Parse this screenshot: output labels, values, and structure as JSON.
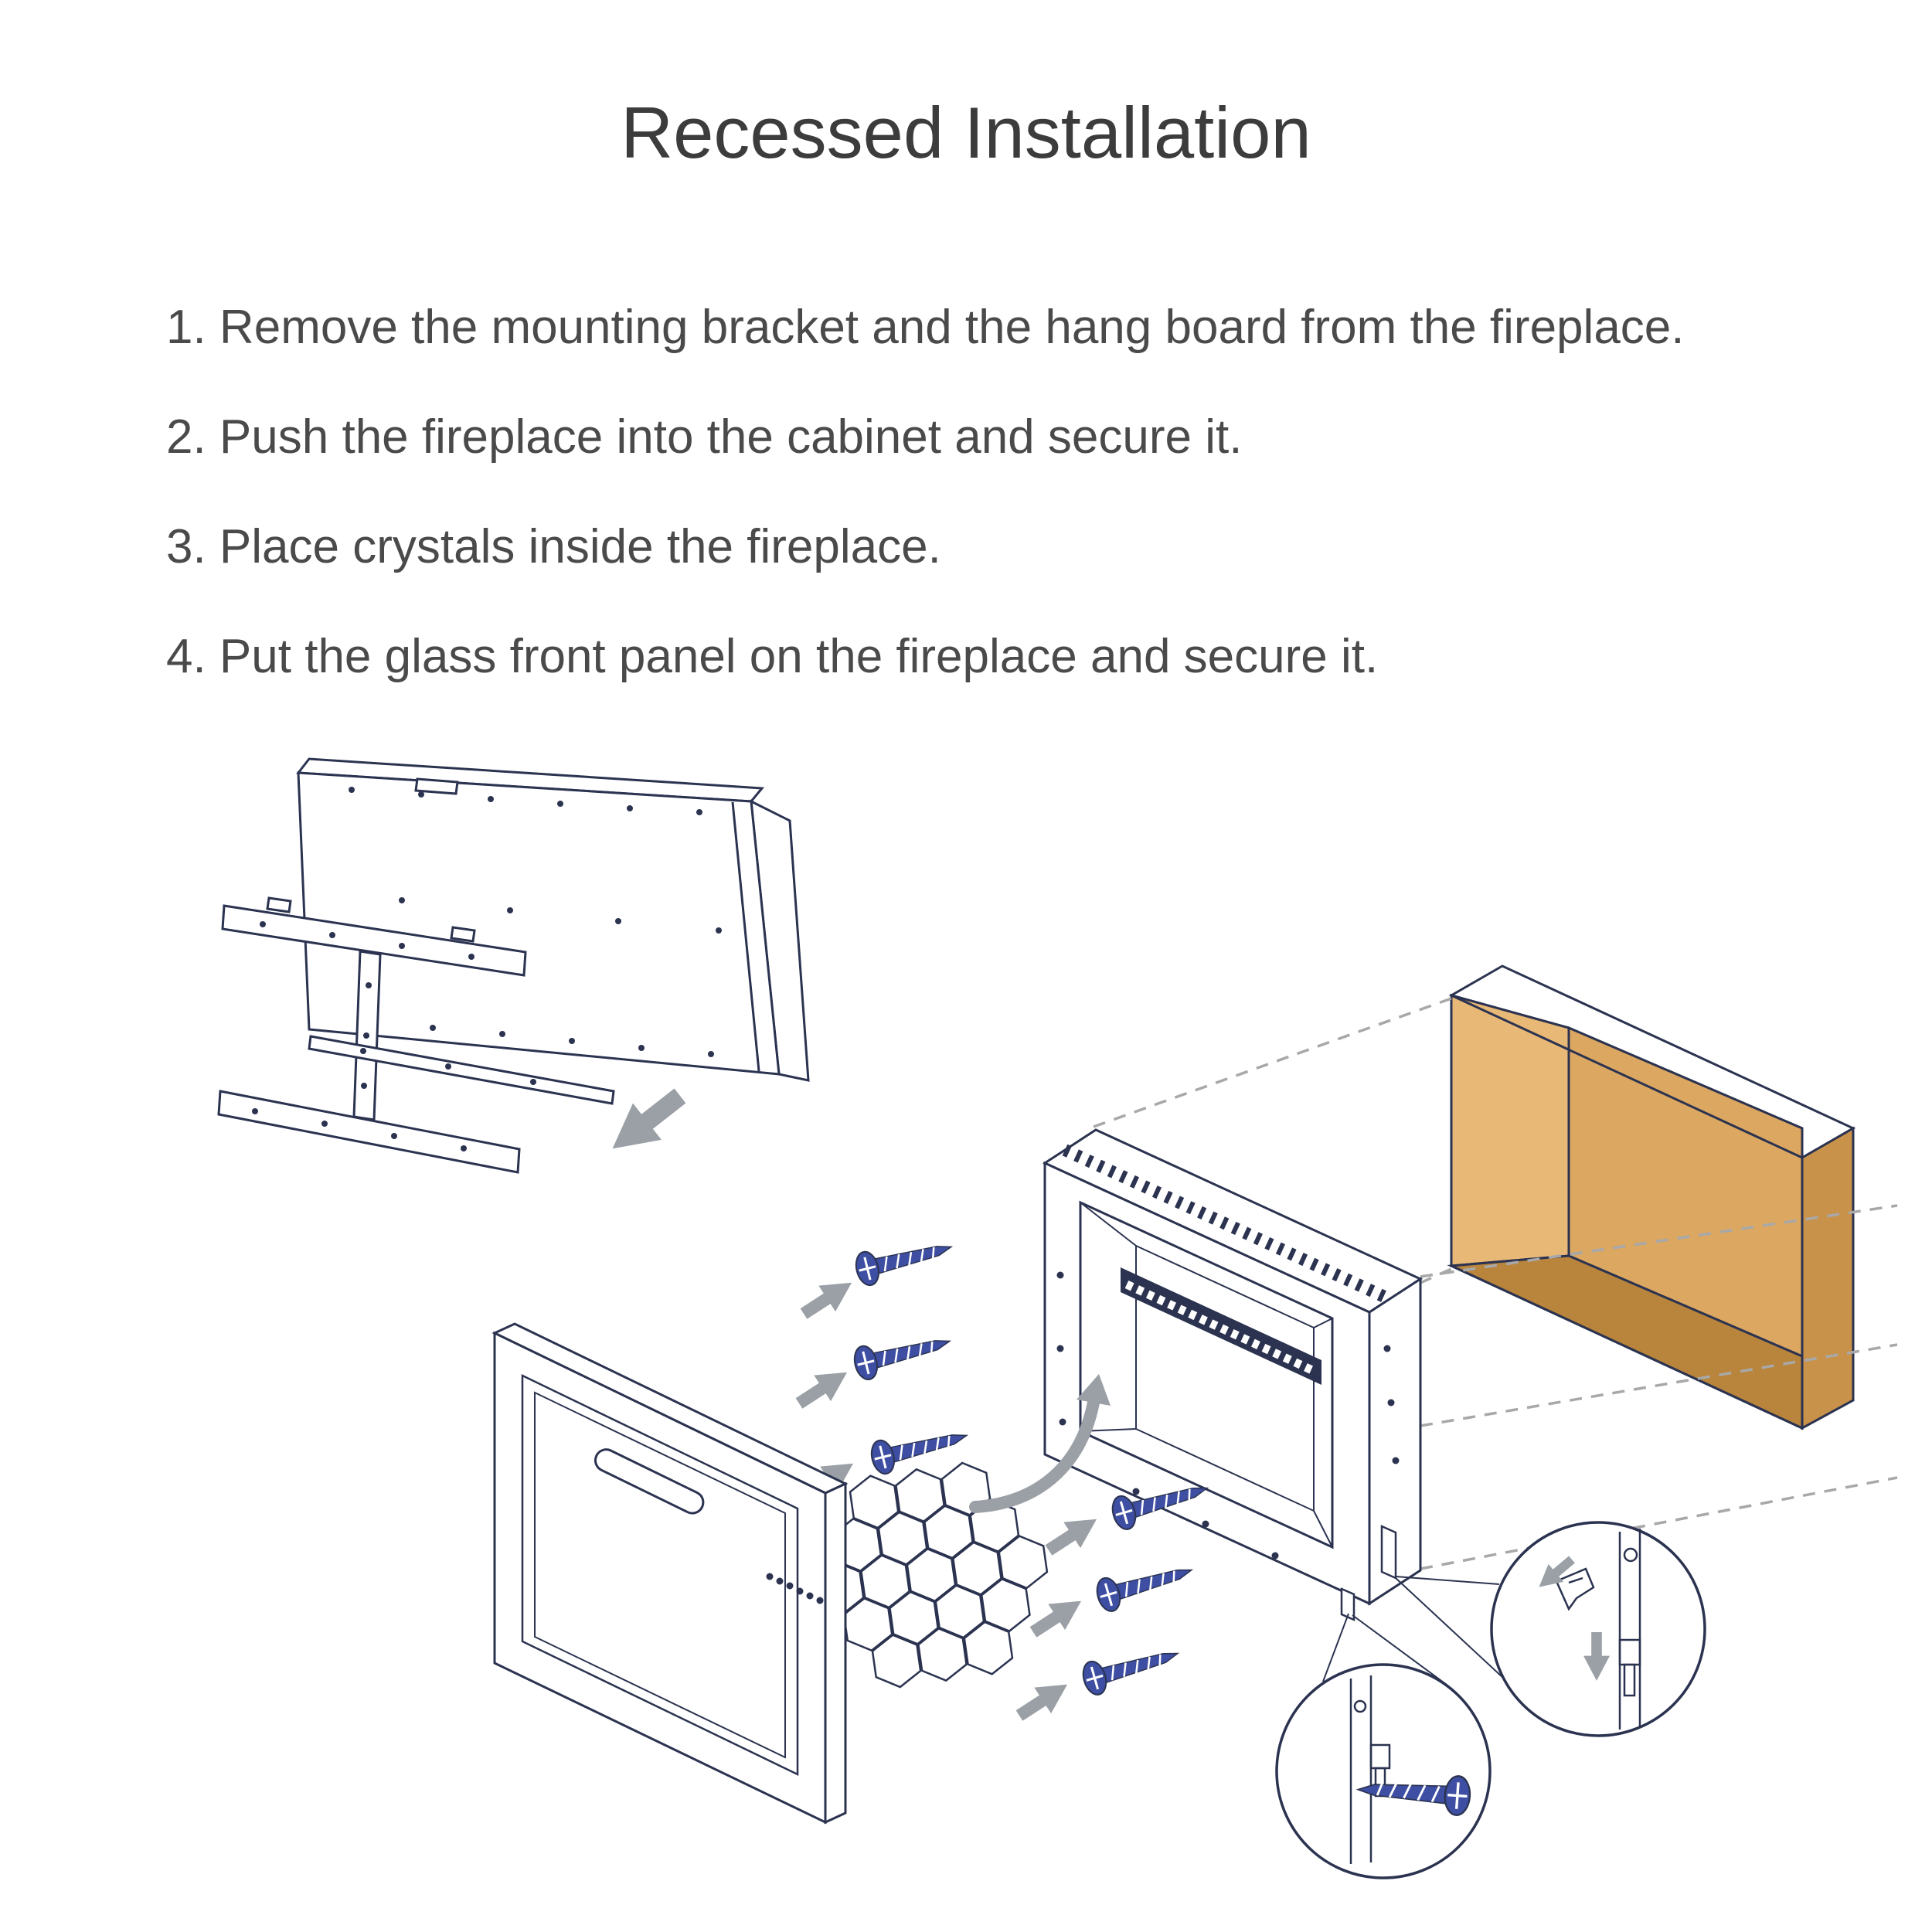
{
  "page": {
    "title": "Recessed Installation"
  },
  "instructions": [
    "1. Remove the mounting bracket and the hang board from the fireplace.",
    "2. Push the fireplace into the cabinet and secure it.",
    "3. Place crystals inside the fireplace.",
    "4. Put the glass front panel on the fireplace and secure it."
  ],
  "diagram": {
    "parts": [
      "fireplace-back-panel",
      "mounting-bracket",
      "hang-board",
      "removal-arrow",
      "fireplace-insert",
      "recessed-cabinet",
      "alignment-dashed-lines",
      "mounting-screws",
      "crystals",
      "glass-front-panel",
      "insert-curved-arrow",
      "detail-callout-bracket-screw",
      "detail-callout-hang-bracket"
    ],
    "colors": {
      "outline": "#2b3350",
      "screw_blue": "#3e4fa3",
      "arrow_gray": "#9aa0a6",
      "cabinet_light": "#e8b877",
      "cabinet_mid": "#dca761",
      "cabinet_floor": "#b9853c",
      "cabinet_side": "#c8924b",
      "cabinet_top": "#cd9852",
      "text": "#4a4a4a"
    }
  }
}
